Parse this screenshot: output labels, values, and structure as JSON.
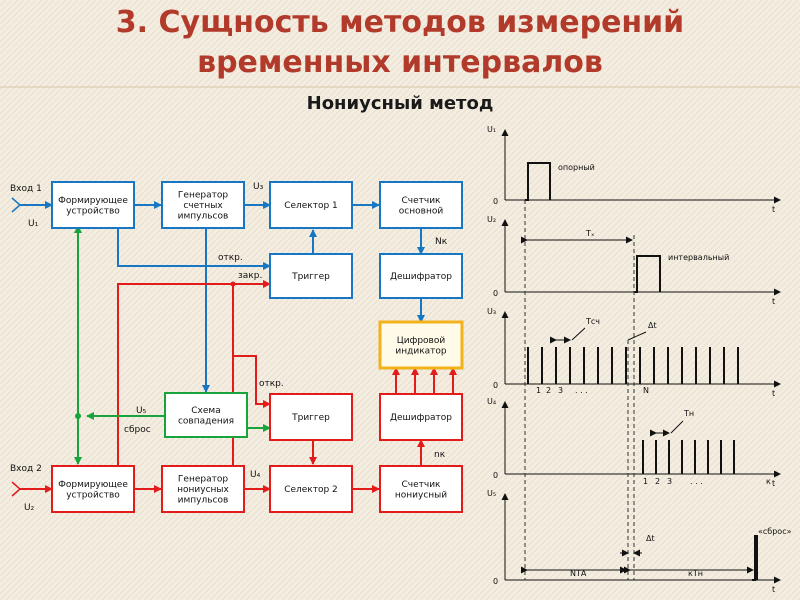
{
  "title_line1": "3. Сущность методов измерений",
  "title_line2": "временных интервалов",
  "subtitle": "Нониусный метод",
  "colors": {
    "blue": "#1777c3",
    "red": "#e21b1b",
    "green": "#19a33d",
    "title": "#b23a2a",
    "indicator": "#f2b21c"
  },
  "diagram": {
    "inputs": {
      "in1": "Вход 1",
      "u1": "U₁",
      "in2": "Вход 2",
      "u2": "U₂"
    },
    "blocks": {
      "former1": [
        "Формирующее",
        "устройство"
      ],
      "gen1": [
        "Генератор",
        "счетных",
        "импульсов"
      ],
      "sel1": [
        "Селектор 1"
      ],
      "counter1": [
        "Счетчик",
        "основной"
      ],
      "trig1": [
        "Триггер"
      ],
      "dec1": [
        "Дешифратор"
      ],
      "indicator": [
        "Цифровой",
        "индикатор"
      ],
      "coinc": [
        "Схема",
        "совпадения"
      ],
      "trig2": [
        "Триггер"
      ],
      "dec2": [
        "Дешифратор"
      ],
      "former2": [
        "Формирующее",
        "устройство"
      ],
      "gen2": [
        "Генератор",
        "нониусных",
        "импульсов"
      ],
      "sel2": [
        "Селектор 2"
      ],
      "counter2": [
        "Счетчик",
        "нониусный"
      ]
    },
    "signals": {
      "u3": "U₃",
      "u4": "U₄",
      "u5": "U₅",
      "open1": "откр.",
      "close1": "закр.",
      "open2": "откр.",
      "reset": "сброс",
      "nk": "Nк",
      "nk2": "nк"
    }
  },
  "timing": {
    "rows": [
      {
        "axis": "U₁",
        "zero": "0",
        "t": "t",
        "note": "опорный"
      },
      {
        "axis": "U₂",
        "zero": "0",
        "t": "t",
        "note": "интервальный",
        "tx": "Tₓ"
      },
      {
        "axis": "U₃",
        "zero": "0",
        "t": "t",
        "tick": "Tсч",
        "dt": "Δt",
        "count": [
          "1",
          "2",
          "3",
          ". . .",
          "N"
        ]
      },
      {
        "axis": "U₄",
        "zero": "0",
        "t": "t",
        "tick": "Tн",
        "count": [
          "1",
          "2",
          "3",
          ". . .",
          "к"
        ]
      },
      {
        "axis": "U₅",
        "zero": "0",
        "t": "t",
        "dt": "Δt",
        "reset": "«сброс»",
        "seg1": "NTА",
        "seg2": "кTн"
      }
    ]
  }
}
